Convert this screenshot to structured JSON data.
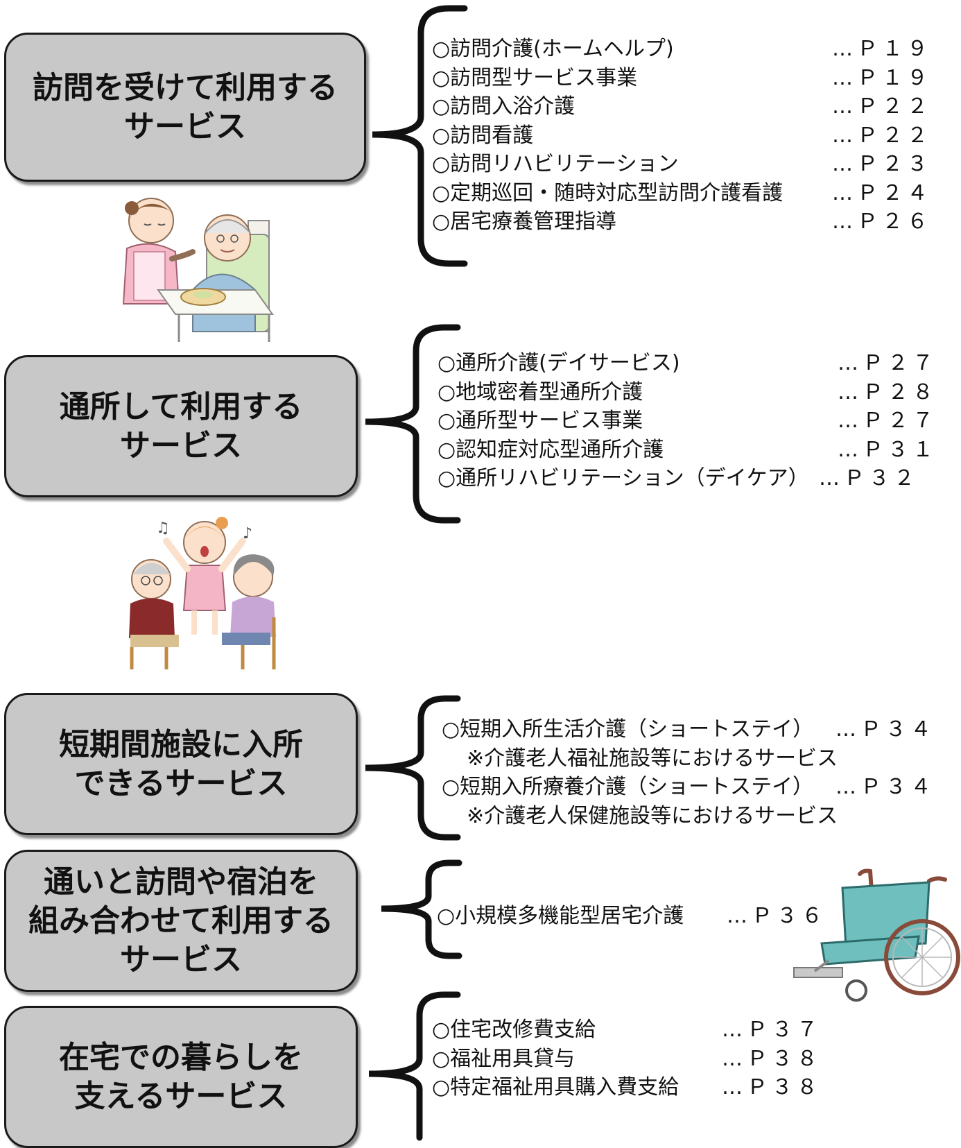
{
  "categories": [
    {
      "title_lines": [
        "訪問を受けて利用する",
        "サービス"
      ],
      "services": [
        {
          "name": "○訪問介護(ホームヘルプ)",
          "page": "…Ｐ１９"
        },
        {
          "name": "○訪問型サービス事業",
          "page": "…Ｐ１９"
        },
        {
          "name": "○訪問入浴介護",
          "page": "…Ｐ２２"
        },
        {
          "name": "○訪問看護",
          "page": "…Ｐ２２"
        },
        {
          "name": "○訪問リハビリテーション",
          "page": "…Ｐ２３"
        },
        {
          "name": "○定期巡回・随時対応型訪問介護看護",
          "page": "…Ｐ２４"
        },
        {
          "name": "○居宅療養管理指導",
          "page": "…Ｐ２６"
        }
      ]
    },
    {
      "title_lines": [
        "通所して利用する",
        "サービス"
      ],
      "services": [
        {
          "name": "○通所介護(デイサービス)",
          "page": "…Ｐ２７"
        },
        {
          "name": "○地域密着型通所介護",
          "page": "…Ｐ２８"
        },
        {
          "name": "○通所型サービス事業",
          "page": "…Ｐ２７"
        },
        {
          "name": "○認知症対応型通所介護",
          "page": "…Ｐ３１"
        },
        {
          "name": "○通所リハビリテーション（デイケア）",
          "page": "…Ｐ３２"
        }
      ]
    },
    {
      "title_lines": [
        "短期間施設に入所",
        "できるサービス"
      ],
      "services": [
        {
          "name": "○短期入所生活介護（ショートステイ）",
          "page": "…Ｐ３４",
          "note": "※介護老人福祉施設等におけるサービス"
        },
        {
          "name": "○短期入所療養介護（ショートステイ）",
          "page": "…Ｐ３４",
          "note": "※介護老人保健施設等におけるサービス"
        }
      ]
    },
    {
      "title_lines": [
        "通いと訪問や宿泊を",
        "組み合わせて利用する",
        "サービス"
      ],
      "services": [
        {
          "name": "○小規模多機能型居宅介護",
          "page": "…Ｐ３６"
        }
      ]
    },
    {
      "title_lines": [
        "在宅での暮らしを",
        "支えるサービス"
      ],
      "services": [
        {
          "name": "○住宅改修費支給",
          "page": "…Ｐ３７"
        },
        {
          "name": "○福祉用具貸与",
          "page": "…Ｐ３８"
        },
        {
          "name": "○特定福祉用具購入費支給",
          "page": "…Ｐ３８"
        }
      ]
    }
  ],
  "colors": {
    "box_fill": "#c8c8c8",
    "box_border": "#1a1a1a",
    "brace": "#111111",
    "wheelchair_seat": "#6fbfbf"
  },
  "illustrations": [
    "caregiver-feeding-elderly",
    "day-service-singing",
    "wheelchair"
  ]
}
